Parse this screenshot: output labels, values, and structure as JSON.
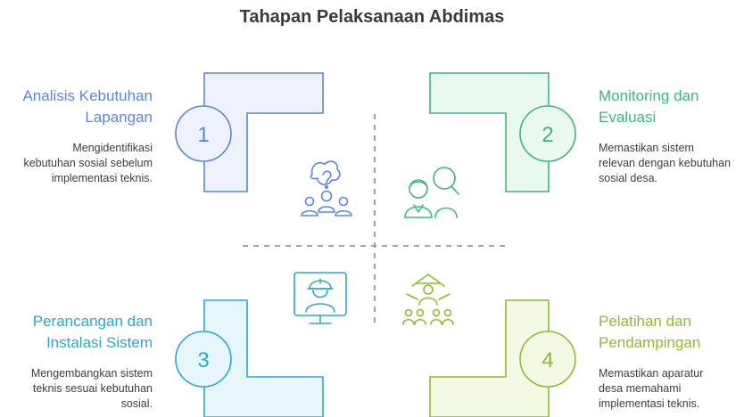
{
  "title": "Tahapan Pelaksanaan Abdimas",
  "steps": [
    {
      "number": "1",
      "heading_line1": "Analisis Kebutuhan",
      "heading_line2": "Lapangan",
      "desc_line1": "Mengidentifikasi",
      "desc_line2": "kebutuhan sosial sebelum",
      "desc_line3": "implementasi teknis.",
      "color": "#5b86d8",
      "fill": "#eef2fc",
      "icon": "brainstorm-people-icon"
    },
    {
      "number": "2",
      "heading_line1": "Monitoring dan",
      "heading_line2": "Evaluasi",
      "desc_line1": "Memastikan sistem",
      "desc_line2": "relevan dengan kebutuhan",
      "desc_line3": "sosial desa.",
      "color": "#3fb57c",
      "fill": "#e9f9f0",
      "icon": "search-people-icon"
    },
    {
      "number": "3",
      "heading_line1": "Perancangan dan",
      "heading_line2": "Instalasi Sistem",
      "desc_line1": "Mengembangkan sistem",
      "desc_line2": "teknis sesuai kebutuhan",
      "desc_line3": "sosial.",
      "color": "#2aa7cf",
      "fill": "#e6f6fb",
      "icon": "engineer-monitor-icon"
    },
    {
      "number": "4",
      "heading_line1": "Pelatihan dan",
      "heading_line2": "Pendampingan",
      "desc_line1": "Memastikan aparatur",
      "desc_line2": "desa memahami",
      "desc_line3": "implementasi teknis.",
      "color": "#8fb935",
      "fill": "#f3f9e3",
      "icon": "teacher-students-icon"
    }
  ]
}
